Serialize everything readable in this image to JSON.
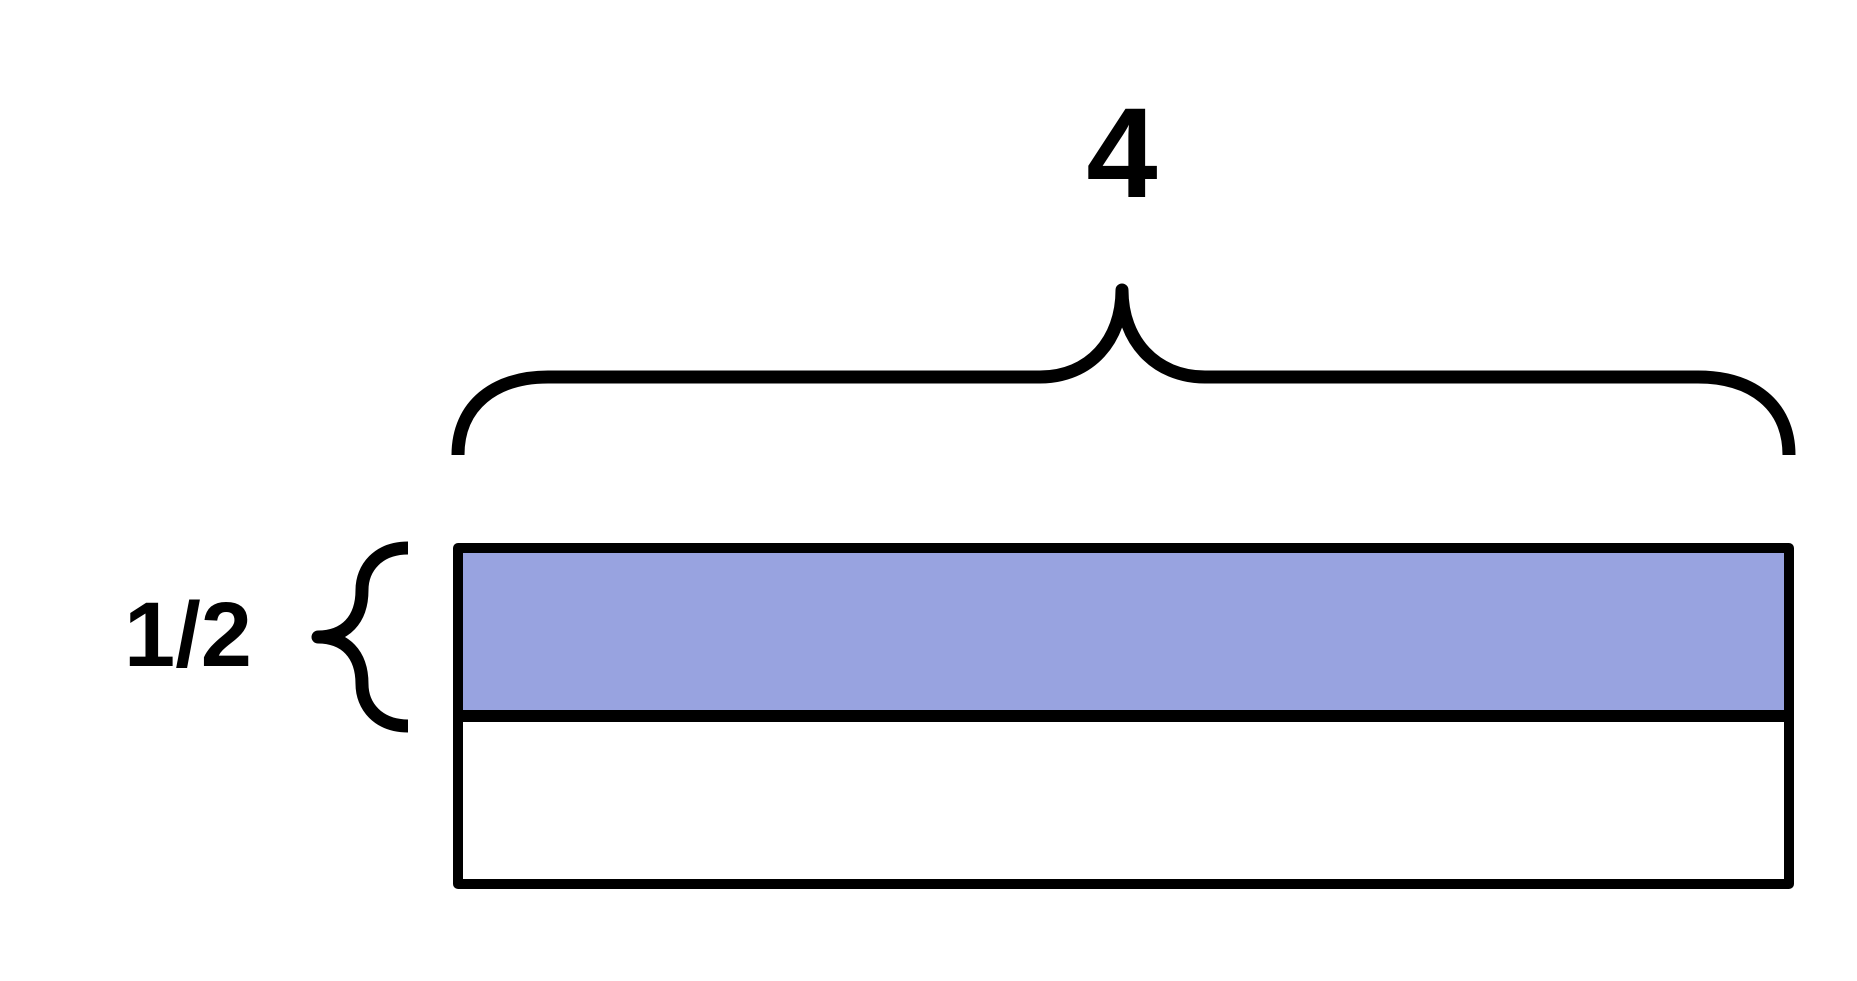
{
  "total_label": "4",
  "part_label": "1/2",
  "bar": {
    "parts": 2,
    "shaded_parts": 1,
    "shaded_fraction": 0.5
  },
  "colors": {
    "shaded_fill": "#98a3e0",
    "unshaded_fill": "#ffffff",
    "stroke": "#000000"
  }
}
